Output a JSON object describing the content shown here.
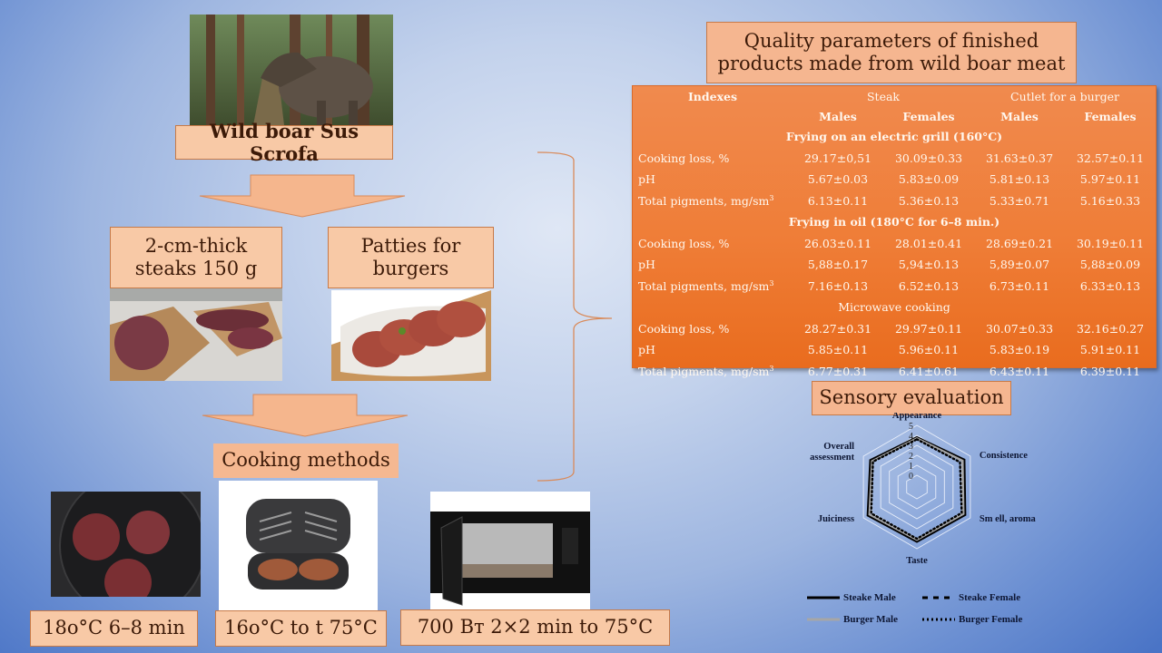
{
  "left_flow": {
    "source_label": "Wild boar Sus Scrofa",
    "products": [
      {
        "label_line1": "2-cm-thick",
        "label_line2": "steaks 150 g",
        "photo": "raw-steaks-photo"
      },
      {
        "label_line1": "Patties for",
        "label_line2": "burgers",
        "photo": "raw-patties-photo"
      }
    ],
    "cooking_title": "Cooking methods",
    "methods": [
      {
        "label": "18o°C 6–8 min",
        "photo": "frying-pan-photo"
      },
      {
        "label": "16o°C to t 75°C",
        "photo": "electric-grill-photo"
      },
      {
        "label": "700 Вт 2×2 min to 75°C",
        "photo": "microwave-photo"
      }
    ]
  },
  "quality": {
    "title_line1": "Quality parameters of finished",
    "title_line2": "products made from wild boar meat",
    "header": {
      "indexes": "Indexes",
      "group1": "Steak",
      "group2": "Cutlet for a burger"
    },
    "subheader": [
      "Males",
      "Females",
      "Males",
      "Females"
    ],
    "sections": [
      {
        "title": "Frying on an electric grill (160°C)",
        "bold": true,
        "rows": [
          {
            "label": "Cooking loss, %",
            "values": [
              "29.17±0,51",
              "30.09±0.33",
              "31.63±0.37",
              "32.57±0.11"
            ]
          },
          {
            "label": "pH",
            "values": [
              "5.67±0.03",
              "5.83±0.09",
              "5.81±0.13",
              "5.97±0.11"
            ]
          },
          {
            "label": "Total pigments, mg/sm",
            "sup": "3",
            "values": [
              "6.13±0.11",
              "5.36±0.13",
              "5.33±0.71",
              "5.16±0.33"
            ]
          }
        ]
      },
      {
        "title": "Frying in oil (180°C for 6–8 min.)",
        "bold": true,
        "rows": [
          {
            "label": "Cooking loss, %",
            "values": [
              "26.03±0.11",
              "28.01±0.41",
              "28.69±0.21",
              "30.19±0.11"
            ]
          },
          {
            "label": "pH",
            "values": [
              "5,88±0.17",
              "5,94±0.13",
              "5,89±0.07",
              "5,88±0.09"
            ]
          },
          {
            "label": "Total pigments, mg/sm",
            "sup": "3",
            "values": [
              "7.16±0.13",
              "6.52±0.13",
              "6.73±0.11",
              "6.33±0.13"
            ]
          }
        ]
      },
      {
        "title": "Microwave cooking",
        "bold": false,
        "rows": [
          {
            "label": "Cooking loss, %",
            "values": [
              "28.27±0.31",
              "29.97±0.11",
              "30.07±0.33",
              "32.16±0.27"
            ]
          },
          {
            "label": "pH",
            "values": [
              "5.85±0.11",
              "5.96±0.11",
              "5.83±0.19",
              "5.91±0.11"
            ]
          },
          {
            "label": "Total pigments, mg/sm",
            "sup": "3",
            "values": [
              "6.77±0.31",
              "6.41±0.61",
              "6.43±0.11",
              "6.39±0.11"
            ]
          }
        ]
      }
    ]
  },
  "sensory": {
    "title": "Sensory evaluation"
  },
  "chart_data": {
    "type": "radar",
    "title": "Sensory evaluation",
    "categories": [
      "Appearance",
      "Consistence",
      "Smell, aroma",
      "Taste",
      "Juiciness",
      "Overall assessment"
    ],
    "category_lines": [
      [
        "Appearance"
      ],
      [
        "Consistence"
      ],
      [
        "Sm ell, aroma"
      ],
      [
        "Taste"
      ],
      [
        "Juiciness"
      ],
      [
        "Overall",
        "assessment"
      ]
    ],
    "rlim": [
      0,
      5
    ],
    "ticks": [
      "0",
      "1",
      "2",
      "3",
      "4",
      "5"
    ],
    "grid": true,
    "legend_position": "bottom",
    "series": [
      {
        "name": "Steake Male",
        "style": "solid",
        "color": "#000000",
        "values": [
          3.8,
          4.3,
          4.4,
          4.3,
          4.5,
          4.2
        ]
      },
      {
        "name": "Steake Female",
        "style": "dashed",
        "color": "#000000",
        "values": [
          3.7,
          4.2,
          4.3,
          4.2,
          4.4,
          4.1
        ]
      },
      {
        "name": "Burger Male",
        "style": "solid",
        "color": "#a6a6a6",
        "values": [
          3.7,
          4.1,
          4.2,
          4.1,
          4.3,
          4.0
        ]
      },
      {
        "name": "Burger Female",
        "style": "dotted",
        "color": "#000000",
        "values": [
          3.6,
          3.8,
          4.0,
          4.0,
          4.1,
          3.9
        ]
      }
    ]
  }
}
